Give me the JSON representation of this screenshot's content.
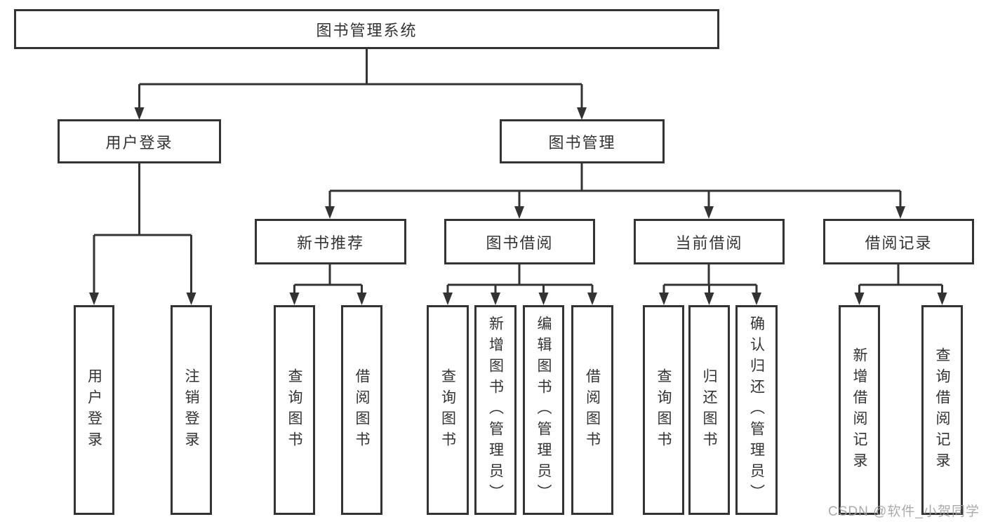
{
  "diagram_type": "hierarchy-tree",
  "colors": {
    "line": "#333333",
    "text": "#333333",
    "background": "#ffffff",
    "watermark": "#9e9e9e"
  },
  "tree": {
    "label": "图书管理系统",
    "children": [
      {
        "label": "用户登录",
        "children": [
          {
            "label": "用户登录"
          },
          {
            "label": "注销登录"
          }
        ]
      },
      {
        "label": "图书管理",
        "children": [
          {
            "label": "新书推荐",
            "children": [
              {
                "label": "查询图书"
              },
              {
                "label": "借阅图书"
              }
            ]
          },
          {
            "label": "图书借阅",
            "children": [
              {
                "label": "查询图书"
              },
              {
                "label": "新增图书（管理员）"
              },
              {
                "label": "编辑图书（管理员）"
              },
              {
                "label": "借阅图书"
              }
            ]
          },
          {
            "label": "当前借阅",
            "children": [
              {
                "label": "查询图书"
              },
              {
                "label": "归还图书"
              },
              {
                "label": "确认归还（管理员）"
              }
            ]
          },
          {
            "label": "借阅记录",
            "children": [
              {
                "label": "新增借阅记录"
              },
              {
                "label": "查询借阅记录"
              }
            ]
          }
        ]
      }
    ]
  },
  "watermark": "CSDN @软件_小贺同学"
}
